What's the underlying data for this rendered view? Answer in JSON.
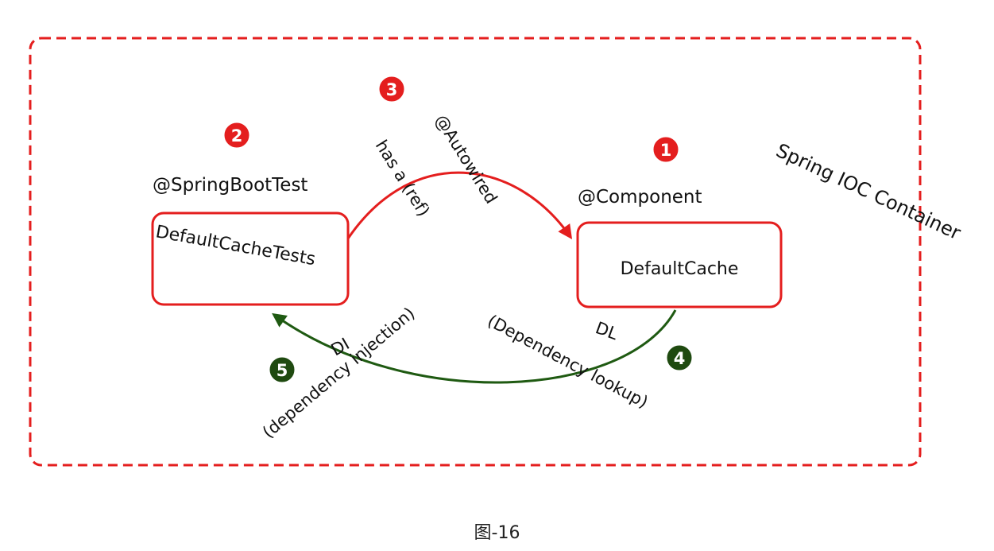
{
  "container": {
    "label": "Spring IOC Container",
    "border_color": "#e41e1e"
  },
  "nodes": {
    "test": {
      "annotation": "@SpringBootTest",
      "name": "DefaultCacheTests"
    },
    "cache": {
      "annotation": "@Component",
      "name": "DefaultCache"
    }
  },
  "edges": {
    "has_a": {
      "line1": "has a (ref)",
      "line2": "@Autowired",
      "color": "#e41e1e"
    },
    "di": {
      "line1": "DI",
      "line2": "(dependency injection)",
      "color": "#1f5a12"
    },
    "dl": {
      "line1": "DL",
      "line2": "(Dependency lookup)",
      "color": "#1f5a12"
    }
  },
  "badges": {
    "b1": {
      "number": "1",
      "color": "#e41e1e"
    },
    "b2": {
      "number": "2",
      "color": "#e41e1e"
    },
    "b3": {
      "number": "3",
      "color": "#e41e1e"
    },
    "b4": {
      "number": "4",
      "color": "#1f4a10"
    },
    "b5": {
      "number": "5",
      "color": "#1f4a10"
    }
  },
  "caption": "图-16"
}
